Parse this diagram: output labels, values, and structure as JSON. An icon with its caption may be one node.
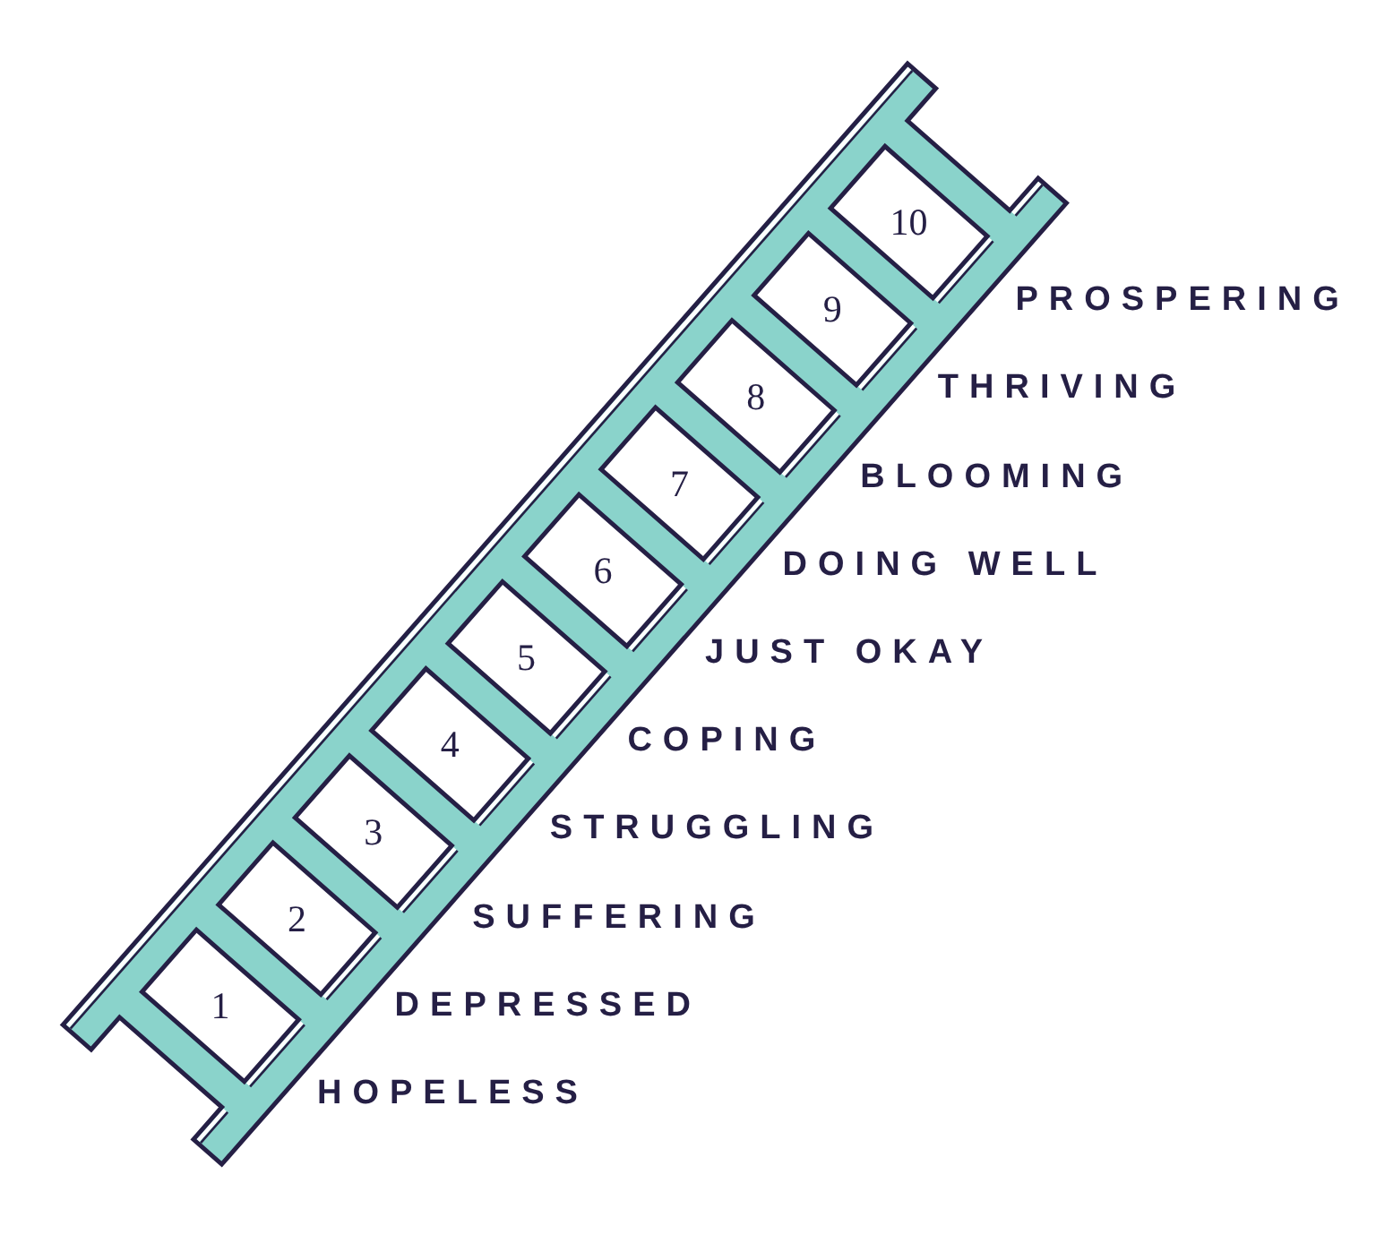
{
  "diagram": {
    "nodes": [
      {
        "text": [
          "1"
        ],
        "beside": [
          "HOPELESS"
        ]
      },
      {
        "text": [
          "2"
        ],
        "beside": [
          "DEPRESSED"
        ]
      },
      {
        "text": [
          "3"
        ],
        "beside": [
          "SUFFERING"
        ]
      },
      {
        "text": [
          "4"
        ],
        "beside": [
          "STRUGGLING"
        ]
      },
      {
        "text": [
          "5"
        ],
        "beside": [
          "COPING"
        ]
      },
      {
        "text": [
          "6"
        ],
        "beside": [
          "JUST OKAY"
        ]
      },
      {
        "text": [
          "7"
        ],
        "beside": [
          "DOING WELL"
        ]
      },
      {
        "text": [
          "8"
        ],
        "beside": [
          "BLOOMING"
        ]
      },
      {
        "text": [
          "9"
        ],
        "beside": [
          "THRIVING"
        ]
      },
      {
        "text": [
          "10"
        ],
        "beside": [
          "PROSPERING"
        ]
      }
    ]
  }
}
